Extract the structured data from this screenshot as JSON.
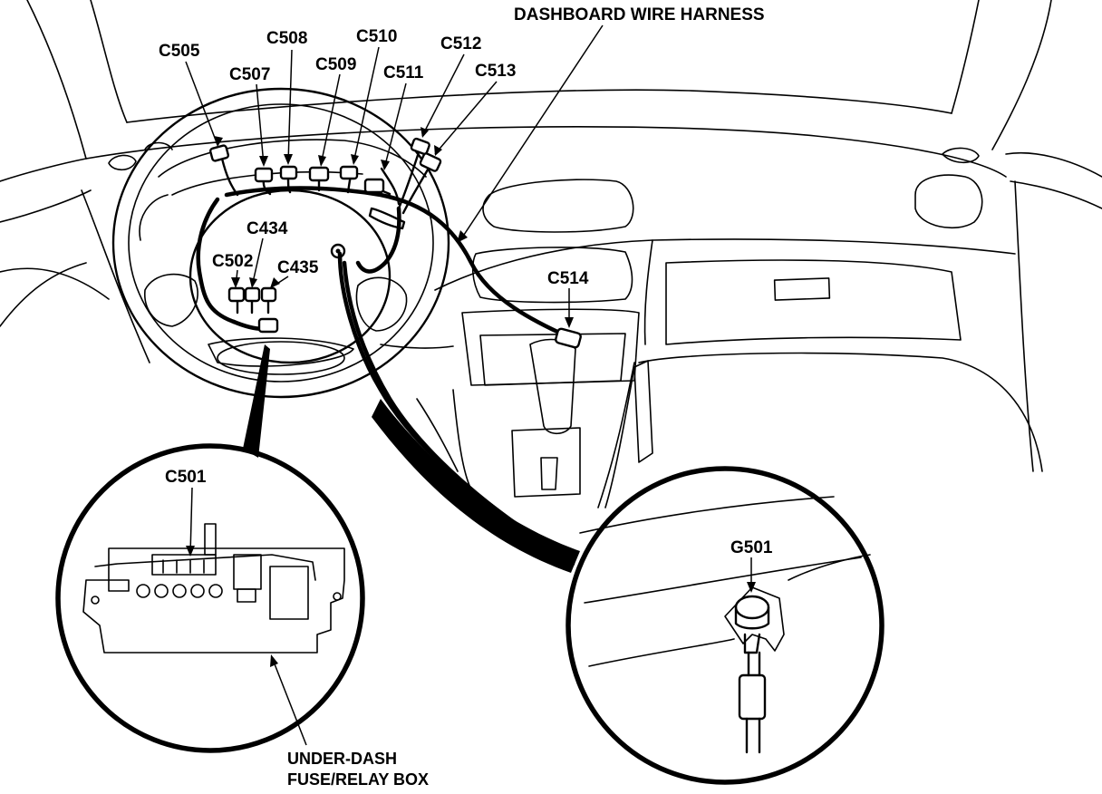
{
  "labels": {
    "harness": "DASHBOARD WIRE HARNESS",
    "c505": "C505",
    "c507": "C507",
    "c508": "C508",
    "c509": "C509",
    "c510": "C510",
    "c511": "C511",
    "c512": "C512",
    "c513": "C513",
    "c434": "C434",
    "c502": "C502",
    "c435": "C435",
    "c514": "C514",
    "c501": "C501",
    "g501": "G501",
    "fusebox_line1": "UNDER-DASH",
    "fusebox_line2": "FUSE/RELAY BOX"
  },
  "colors": {
    "ink": "#000000",
    "paper": "#ffffff"
  }
}
